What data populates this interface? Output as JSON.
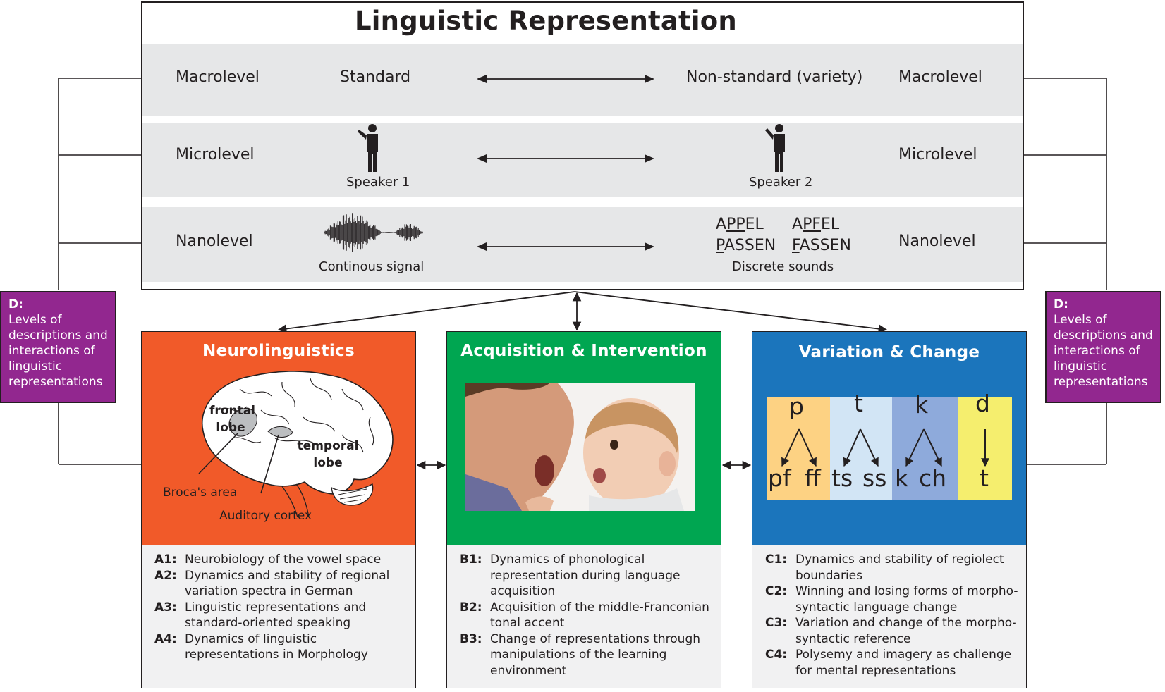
{
  "title": "Linguistic Representation",
  "levels": {
    "macro": {
      "left": "Macrolevel",
      "right": "Macrolevel",
      "a": "Standard",
      "b": "Non-standard (variety)"
    },
    "micro": {
      "left": "Microlevel",
      "right": "Microlevel",
      "a": "Speaker 1",
      "b": "Speaker 2"
    },
    "nano": {
      "left": "Nanolevel",
      "right": "Nanolevel",
      "a": "Continous signal",
      "b": "Discrete sounds",
      "words": {
        "w1_pre": "A",
        "w1_ul": "PP",
        "w1_post": "EL",
        "w2_pre": "A",
        "w2_ul": "PF",
        "w2_post": "EL",
        "w3_ul": "P",
        "w3_post": "ASSEN",
        "w4_ul": "F",
        "w4_post": "ASSEN"
      }
    }
  },
  "d_box": {
    "title": "D:",
    "text": "Levels of descriptions and interactions of linguistic representations"
  },
  "panels": {
    "neuro": {
      "title": "Neurolinguistics",
      "labels": {
        "frontal": "frontal lobe",
        "temporal": "temporal lobe",
        "broca": "Broca's area",
        "auditory": "Auditory cortex"
      },
      "items": [
        {
          "code": "A1:",
          "text": "Neurobiology of the vowel space"
        },
        {
          "code": "A2:",
          "text": "Dynamics and stability of regional variation spectra in German"
        },
        {
          "code": "A3:",
          "text": "Linguistic representations and standard-oriented speaking"
        },
        {
          "code": "A4:",
          "text": "Dynamics of linguistic representations in Morphology"
        }
      ]
    },
    "acq": {
      "title": "Acquisition & Intervention",
      "items": [
        {
          "code": "B1:",
          "text": "Dynamics of phonological representation during language acquisition"
        },
        {
          "code": "B2:",
          "text": "Acquisition of the middle-Franconian tonal accent"
        },
        {
          "code": "B3:",
          "text": "Change of representations through manipulations of the learning environment"
        }
      ]
    },
    "var": {
      "title": "Variation & Change",
      "sound_change": [
        {
          "from": "p",
          "to": [
            "pf",
            "ff"
          ],
          "color": "#fdd283"
        },
        {
          "from": "t",
          "to": [
            "ts",
            "ss"
          ],
          "color": "#d2e5f5"
        },
        {
          "from": "k",
          "to": [
            "k",
            "ch"
          ],
          "color": "#8eaadb"
        },
        {
          "from": "d",
          "to": [
            "t"
          ],
          "color": "#f5ee6e"
        }
      ],
      "items": [
        {
          "code": "C1:",
          "text": "Dynamics and stability of regiolect boundaries"
        },
        {
          "code": "C2:",
          "text": "Winning and losing forms of morpho-syntactic language change"
        },
        {
          "code": "C3:",
          "text": "Variation and change of the morpho-syntactic reference"
        },
        {
          "code": "C4:",
          "text": "Polysemy and imagery as challenge for mental representations"
        }
      ]
    }
  },
  "colors": {
    "neuro": "#f15a29",
    "acq": "#00a651",
    "var": "#1b75bc",
    "d_box": "#92278f",
    "band": "#e6e7e8"
  }
}
